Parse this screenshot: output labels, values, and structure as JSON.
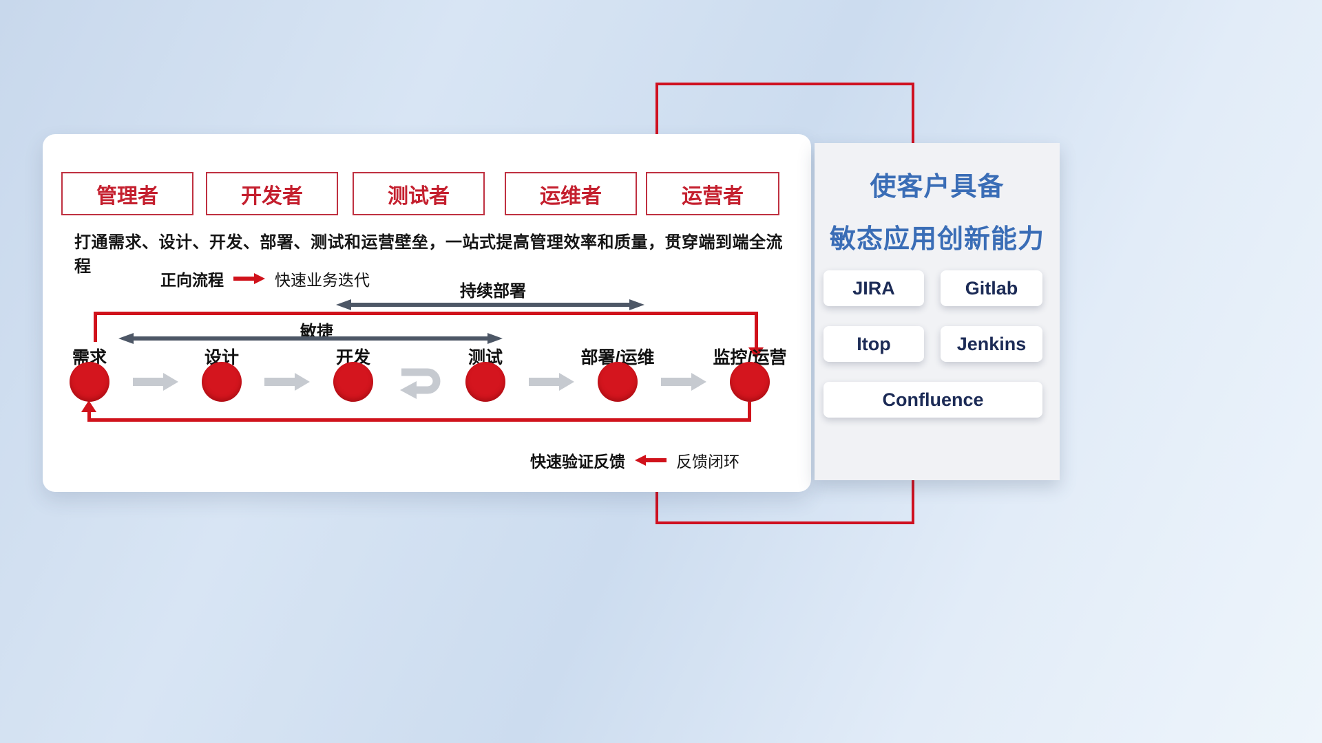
{
  "roles": [
    "管理者",
    "开发者",
    "测试者",
    "运维者",
    "运营者"
  ],
  "headline": "打通需求、设计、开发、部署、测试和运营壁垒，一站式提高管理效率和质量，贯穿端到端全流程",
  "legends": {
    "forward_label": "正向流程",
    "forward_desc": "快速业务迭代",
    "feedback_label": "快速验证反馈",
    "feedback_desc": "反馈闭环"
  },
  "flow": {
    "nodes": [
      "需求",
      "设计",
      "开发",
      "测试",
      "部署/运维",
      "监控/运营"
    ],
    "agile_label": "敏捷",
    "continuous_deploy_label": "持续部署"
  },
  "right_panel": {
    "title_line1": "使客户具备",
    "title_line2": "敏态应用创新能力",
    "tools": [
      "JIRA",
      "Gitlab",
      "Itop",
      "Jenkins",
      "Confluence"
    ]
  },
  "colors": {
    "accent_red": "#d0121b",
    "frame_red": "#cf1020",
    "title_blue": "#3a6db6",
    "tool_text_navy": "#1c2b56",
    "flow_arrow_gray": "#c6cad0",
    "range_arrow_gray": "#4d5766",
    "role_text_red": "#c41f2e"
  }
}
